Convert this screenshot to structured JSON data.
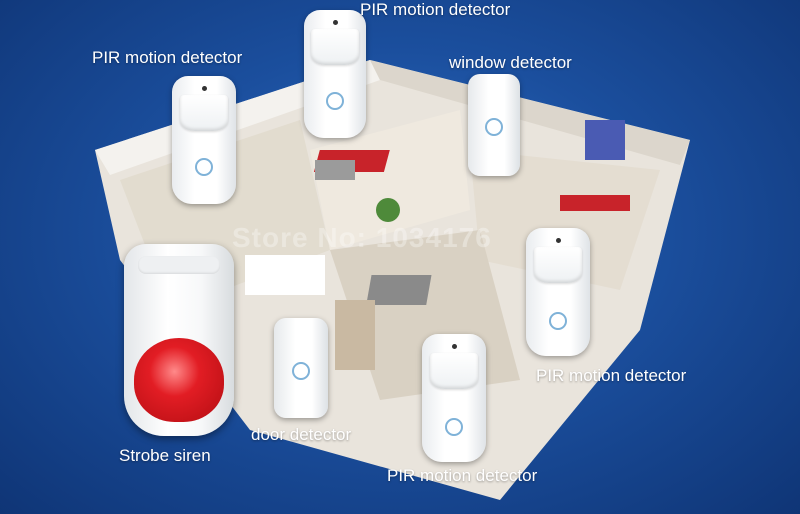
{
  "labels": {
    "pir_top": "PIR motion detector",
    "pir_left": "PIR motion detector",
    "window": "window detector",
    "pir_right": "PIR motion detector",
    "pir_bottom": "PIR motion detector",
    "door": "door detector",
    "siren": "Strobe siren"
  },
  "watermark": "Store No: 1034176",
  "colors": {
    "background": "#1b4f9e",
    "siren_light": "#e21d24",
    "label_text": "#ffffff"
  }
}
